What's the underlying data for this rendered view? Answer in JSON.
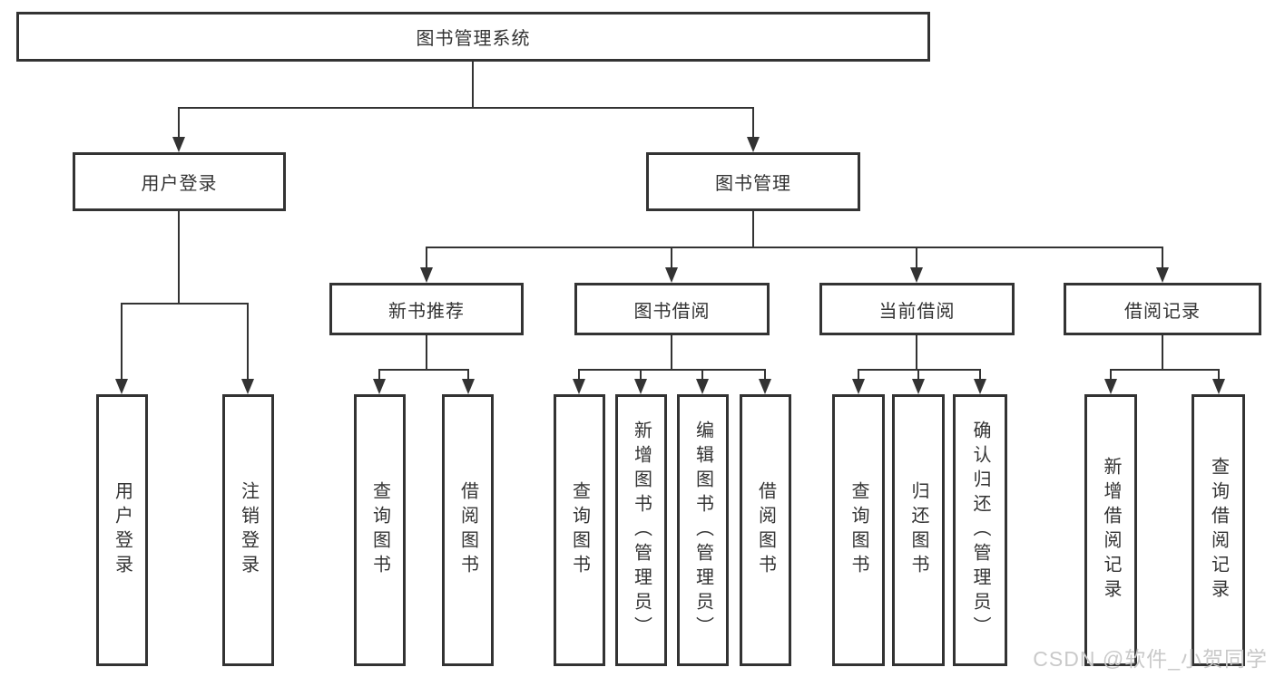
{
  "tree": {
    "label": "图书管理系统",
    "children": [
      {
        "label": "用户登录",
        "children": [
          {
            "label": "用户登录"
          },
          {
            "label": "注销登录"
          }
        ]
      },
      {
        "label": "图书管理",
        "children": [
          {
            "label": "新书推荐",
            "children": [
              {
                "label": "查询图书"
              },
              {
                "label": "借阅图书"
              }
            ]
          },
          {
            "label": "图书借阅",
            "children": [
              {
                "label": "查询图书"
              },
              {
                "label": "新增图书（管理员）"
              },
              {
                "label": "编辑图书（管理员）"
              },
              {
                "label": "借阅图书"
              }
            ]
          },
          {
            "label": "当前借阅",
            "children": [
              {
                "label": "查询图书"
              },
              {
                "label": "归还图书"
              },
              {
                "label": "确认归还（管理员）"
              }
            ]
          },
          {
            "label": "借阅记录",
            "children": [
              {
                "label": "新增借阅记录"
              },
              {
                "label": "查询借阅记录"
              }
            ]
          }
        ]
      }
    ]
  },
  "watermark": {
    "text": "CSDN @软件_小贺同学"
  },
  "colors": {
    "line": "#333333",
    "text": "#333333",
    "watermark": "#c9c9c9"
  }
}
